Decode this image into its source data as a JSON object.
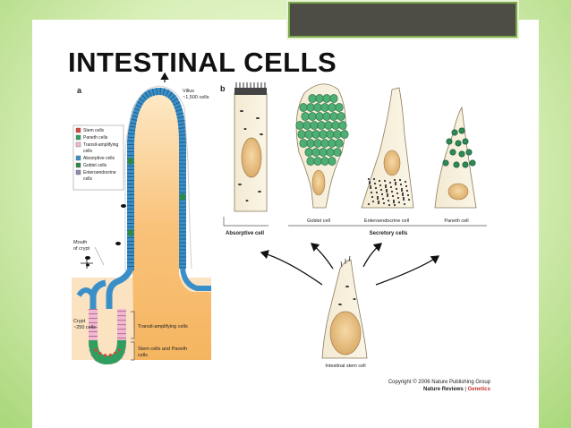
{
  "title": "INTESTINAL CELLS",
  "panel_a": {
    "letter": "a",
    "villus_label": "Villus",
    "villus_count": "~1,500 cells",
    "legend": [
      {
        "label": "Stem cells",
        "color": "#d9453a"
      },
      {
        "label": "Paneth cells",
        "color": "#2f9e5e"
      },
      {
        "label": "Transit-amplifying",
        "label2": "cells",
        "color": "#f2b8d2"
      },
      {
        "label": "Absorptive cells",
        "color": "#3b8fc8"
      },
      {
        "label": "Goblet cells",
        "color": "#2e8a3e"
      },
      {
        "label": "Enteroendocrine",
        "label2": "cells",
        "color": "#8c8cb4"
      }
    ],
    "mouth_label": "Mouth",
    "mouth_label2": "of crypt",
    "crypt_label": "Crypt",
    "crypt_count": "~250 cells",
    "transit_label": "Transit-amplifying cells",
    "stem_label": "Stem cells and Paneth",
    "stem_label2": "cells"
  },
  "panel_b": {
    "letter": "b",
    "goblet": "Goblet cell",
    "enteroendocrine": "Enteroendocrine cell",
    "paneth": "Paneth cell",
    "absorptive": "Absorptive cell",
    "secretory": "Secretory cells",
    "stem": "Intestinal stem cell"
  },
  "copyright": "Copyright © 2006 Nature Publishing Group",
  "publisher": "Nature Reviews",
  "publisher_section": "Genetics",
  "colors": {
    "villus_fill": "#f7b763",
    "absorptive": "#3b8fc8",
    "goblet": "#2e8a3e",
    "publisher_red": "#c0392b"
  }
}
